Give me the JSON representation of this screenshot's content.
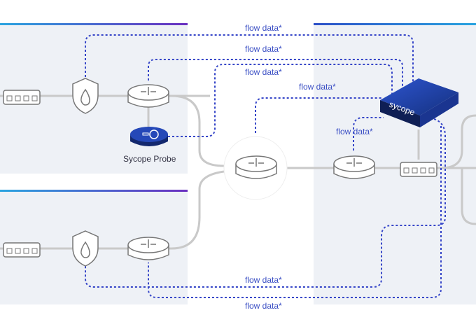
{
  "labels": {
    "flow_1": "flow data*",
    "flow_2": "flow data*",
    "flow_3": "flow data*",
    "flow_4": "flow data*",
    "flow_5": "flow data*",
    "flow_6": "flow data*",
    "flow_7": "flow data*",
    "probe": "Sycope Probe",
    "appliance_logo": "sycope"
  },
  "colors": {
    "flow": "#3646c8",
    "wire": "#c9c9c9",
    "panel": "#eef1f6",
    "appliance": "#1f3fa0"
  }
}
